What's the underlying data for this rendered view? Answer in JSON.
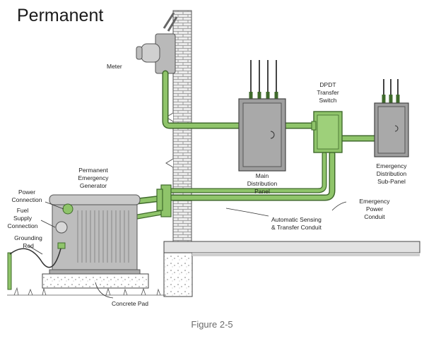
{
  "title": "Permanent",
  "caption": "Figure 2-5",
  "colors": {
    "conduit": "#8fc46a",
    "conduit_edge": "#3f6a2b",
    "equipment": "#9a9a9a",
    "equipment_dark": "#6f6f6f",
    "wall": "#e9e9e9",
    "ink": "#222222"
  },
  "labels": {
    "meter": "Meter",
    "transfer_switch": [
      "DPDT",
      "Transfer",
      "Switch"
    ],
    "main_panel": [
      "Main",
      "Distribution",
      "Panel"
    ],
    "sub_panel": [
      "Emergency",
      "Distribution",
      "Sub-Panel"
    ],
    "generator": [
      "Permanent",
      "Emergency",
      "Generator"
    ],
    "power_connection": [
      "Power",
      "Connection"
    ],
    "fuel_supply": [
      "Fuel",
      "Supply",
      "Connection"
    ],
    "grounding_rod": [
      "Grounding",
      "Rod"
    ],
    "emergency_conduit": [
      "Emergency",
      "Power",
      "Conduit"
    ],
    "sensing_conduit": [
      "Automatic Sensing",
      "& Transfer Conduit"
    ],
    "concrete_pad": "Concrete Pad"
  }
}
